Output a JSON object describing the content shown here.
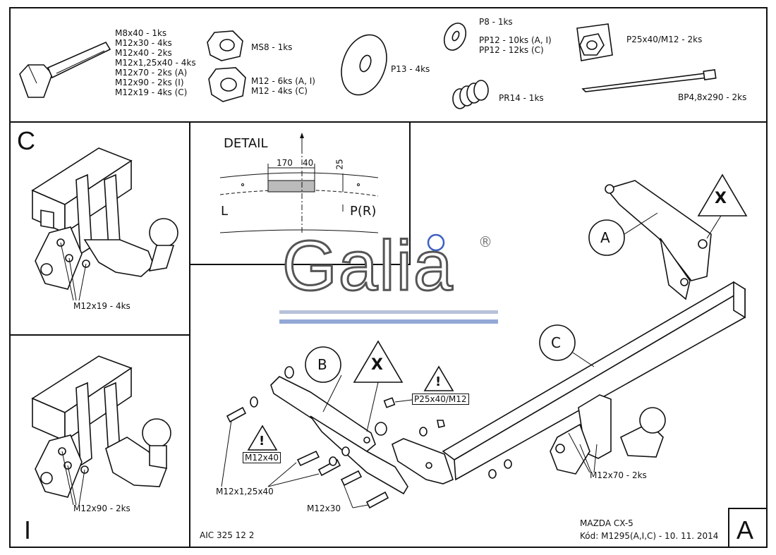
{
  "parts": {
    "bolt_list": [
      "M8x40 - 1ks",
      "M12x30 - 4ks",
      "M12x40 - 2ks",
      "M12x1,25x40 - 4ks",
      "M12x70 - 2ks (A)",
      "M12x90 - 2ks (I)",
      "M12x19 - 4ks (C)"
    ],
    "ms8": "MS8 - 1ks",
    "m12_nuts": [
      "M12 - 6ks (A, I)",
      "M12 - 4ks (C)"
    ],
    "p13": "P13 - 4ks",
    "p8": "P8 - 1ks",
    "pp12": [
      "PP12 - 10ks (A, I)",
      "PP12 - 12ks (C)"
    ],
    "pr14": "PR14 - 1ks",
    "p25": "P25x40/M12 - 2ks",
    "bp": "BP4,8x290 - 2ks"
  },
  "panel_c": {
    "letter": "C",
    "callout": "M12x19 - 4ks"
  },
  "panel_i": {
    "letter": "I",
    "callout": "M12x90 - 2ks"
  },
  "detail": {
    "title": "DETAIL",
    "dim1": "170",
    "dim2": "40",
    "dim3": "25",
    "left": "L",
    "right": "P(R)"
  },
  "logo": {
    "text": "Galia",
    "reg": "®"
  },
  "main": {
    "label_a": "A",
    "label_b": "B",
    "label_c": "C",
    "warn_x": "X",
    "warn_bang": "!",
    "tag_p25": "P25x40/M12",
    "tag_m12x40": "M12x40",
    "callout_m12x125": "M12x1,25x40",
    "callout_m12x30": "M12x30",
    "callout_m12x70": "M12x70 - 2ks"
  },
  "footer": {
    "code": "AIC 325 12 2",
    "car": "MAZDA CX-5",
    "kod": "Kód: M1295(A,I,C) - 10. 11. 2014",
    "variant": "A"
  }
}
